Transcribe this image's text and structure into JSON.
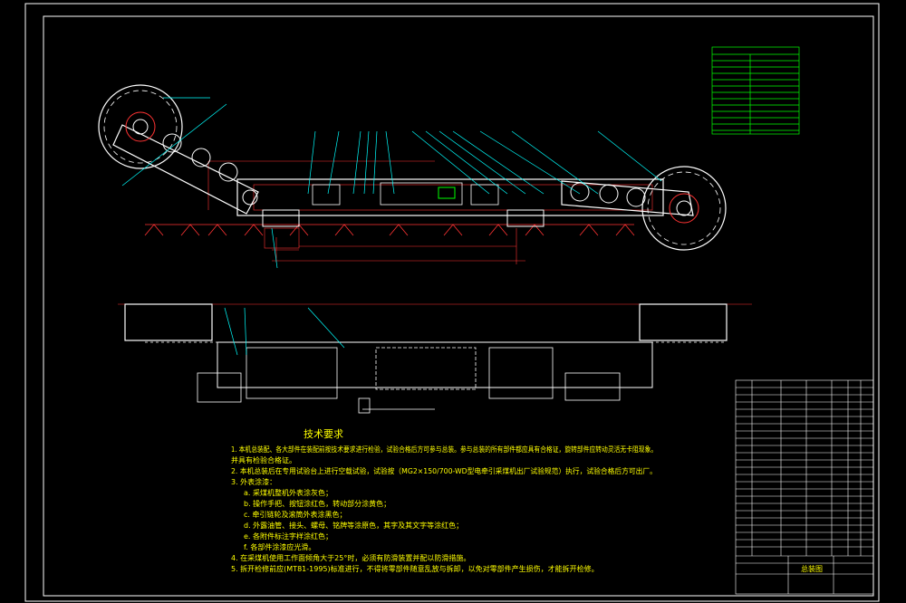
{
  "drawing": {
    "background": "#000000",
    "frame_color": "#ffffff",
    "line_color": "#ff3333",
    "leader_color": "#00ffff",
    "accent_green": "#00ff00",
    "text_yellow": "#ffff00"
  },
  "tech_requirements": {
    "title": "技术要求",
    "items": [
      {
        "text": "1. 本机总装配、各大部件在装配前按技术要求进行检验，试验合格后方可参与总装。参与总装的所有部件都应具有合格证，旋转部件应转动灵活无卡阻现象。",
        "sub": false
      },
      {
        "text": "并具有检验合格证。",
        "sub": false
      },
      {
        "text": "2. 本机总装后在专用试验台上进行空载试验，试验按（MG2×150/700-WD型电牵引采煤机出厂试验规范）执行，试验合格后方可出厂。",
        "sub": false
      },
      {
        "text": "3. 外表涂漆：",
        "sub": false
      },
      {
        "text": "a. 采煤机整机外表涂灰色；",
        "sub": true
      },
      {
        "text": "b. 操作手把、按钮涂红色，转动部分涂黄色；",
        "sub": true
      },
      {
        "text": "c. 牵引链轮及滚筒外表涂黑色；",
        "sub": true
      },
      {
        "text": "d. 外露油管、接头、螺母、铭牌等涂原色，其字及其文字等涂红色；",
        "sub": true
      },
      {
        "text": "e. 各附件标注字样涂红色；",
        "sub": true
      },
      {
        "text": "f. 各部件涂漆应光滑。",
        "sub": true
      },
      {
        "text": "4. 在采煤机使用工作面倾角大于25°时，必须有防滑装置并配以防滑措施。",
        "sub": false
      },
      {
        "text": "5. 拆开检修前应(MT81-1995)标准进行，不得将零部件随意乱放与拆卸，以免对零部件产生损伤，才能拆开检修。",
        "sub": false
      }
    ]
  },
  "title_block": {
    "title_text": "总装图"
  }
}
